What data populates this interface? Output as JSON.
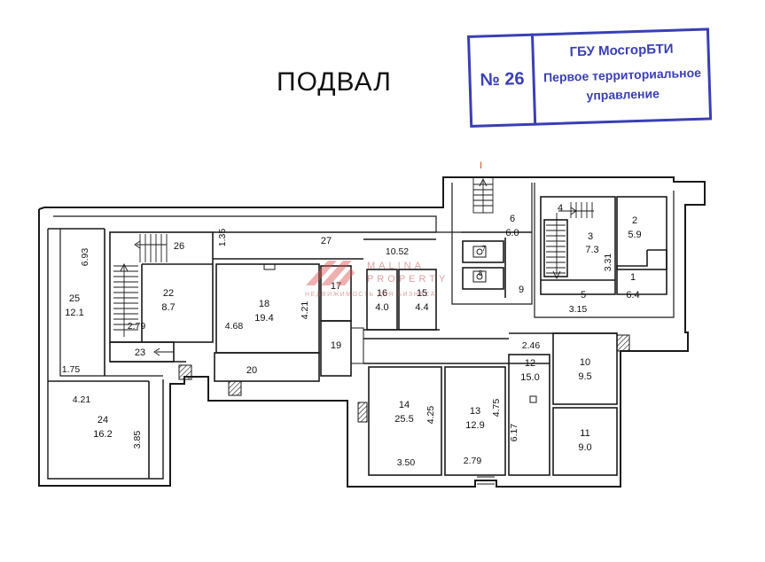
{
  "title": "ПОДВАЛ",
  "stamp": {
    "number": "№ 26",
    "line1": "ГБУ МосгорБТИ",
    "line2": "Первое территориальное",
    "line3": "управление"
  },
  "watermark": {
    "line1": "MALINA",
    "line2": "PROPERTY",
    "line3": "НЕДВИЖИМОСТЬ ДЛЯ БИЗНЕСА"
  },
  "marker": "I",
  "rooms": [
    {
      "id": "r1",
      "number": "1",
      "area": "6.4"
    },
    {
      "id": "r2",
      "number": "2",
      "area": "5.9"
    },
    {
      "id": "r3",
      "number": "3",
      "area": "7.3"
    },
    {
      "id": "r4",
      "number": "4",
      "area": ""
    },
    {
      "id": "r5",
      "number": "5",
      "area": ""
    },
    {
      "id": "r6",
      "number": "6",
      "area": "6.0"
    },
    {
      "id": "r7",
      "number": "7",
      "area": ""
    },
    {
      "id": "r8",
      "number": "8",
      "area": ""
    },
    {
      "id": "r9",
      "number": "9",
      "area": ""
    },
    {
      "id": "r10",
      "number": "10",
      "area": "9.5"
    },
    {
      "id": "r11",
      "number": "11",
      "area": "9.0"
    },
    {
      "id": "r12",
      "number": "12",
      "area": "15.0"
    },
    {
      "id": "r13",
      "number": "13",
      "area": "12.9"
    },
    {
      "id": "r14",
      "number": "14",
      "area": "25.5"
    },
    {
      "id": "r15",
      "number": "15",
      "area": "4.4"
    },
    {
      "id": "r16",
      "number": "16",
      "area": "4.0"
    },
    {
      "id": "r17",
      "number": "17",
      "area": ""
    },
    {
      "id": "r18",
      "number": "18",
      "area": "19.4"
    },
    {
      "id": "r19",
      "number": "19",
      "area": ""
    },
    {
      "id": "r20",
      "number": "20",
      "area": ""
    },
    {
      "id": "r22",
      "number": "22",
      "area": "8.7"
    },
    {
      "id": "r23",
      "number": "23",
      "area": ""
    },
    {
      "id": "r24",
      "number": "24",
      "area": "16.2"
    },
    {
      "id": "r25",
      "number": "25",
      "area": "12.1"
    },
    {
      "id": "r26",
      "number": "26",
      "area": ""
    },
    {
      "id": "r27",
      "number": "27",
      "area": ""
    }
  ],
  "dimensions": [
    {
      "id": "d693",
      "value": "6.93"
    },
    {
      "id": "d135",
      "value": "1.35"
    },
    {
      "id": "d1052",
      "value": "10.52"
    },
    {
      "id": "d279a",
      "value": "2.79"
    },
    {
      "id": "d468",
      "value": "4.68"
    },
    {
      "id": "d421a",
      "value": "4.21"
    },
    {
      "id": "d175",
      "value": "1.75"
    },
    {
      "id": "d421b",
      "value": "4.21"
    },
    {
      "id": "d385",
      "value": "3.85"
    },
    {
      "id": "d331",
      "value": "3.31"
    },
    {
      "id": "d315",
      "value": "3.15"
    },
    {
      "id": "d246",
      "value": "2.46"
    },
    {
      "id": "d475",
      "value": "4.75"
    },
    {
      "id": "d425",
      "value": "4.25"
    },
    {
      "id": "d617",
      "value": "6.17"
    },
    {
      "id": "d350",
      "value": "3.50"
    },
    {
      "id": "d279b",
      "value": "2.79"
    }
  ]
}
